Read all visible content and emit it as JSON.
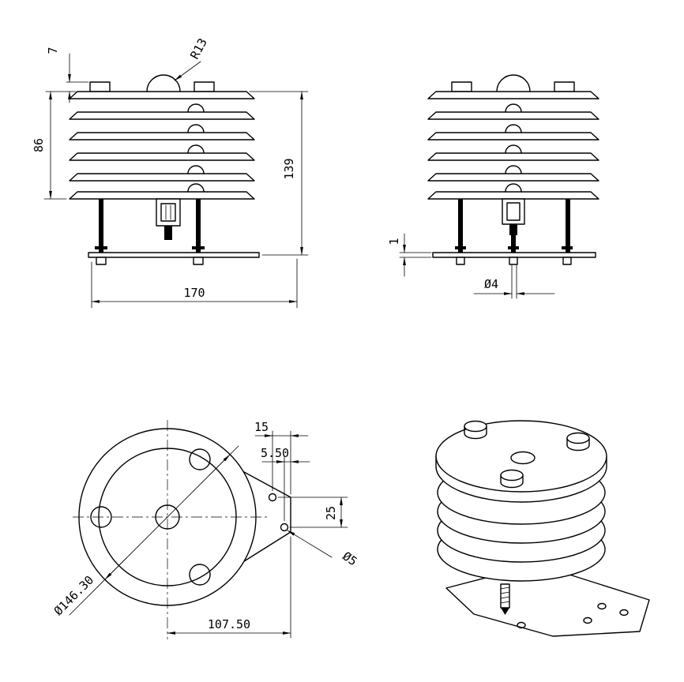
{
  "colors": {
    "background": "#ffffff",
    "line": "#000000"
  },
  "views": {
    "front": {
      "dim_tab_height": "7",
      "dim_louver_height": "86",
      "dim_total_height": "139",
      "dim_base_width": "170",
      "dim_dome_radius": "R13"
    },
    "side": {
      "dim_plate_thickness": "1",
      "dim_rod_diameter": "Ø4"
    },
    "bottom": {
      "dim_edge_offset": "15",
      "dim_hole_edge_offset": "5.50",
      "dim_hole_spacing": "25",
      "dim_hole_diameter": "Ø5",
      "dim_outer_diameter": "Ø146.30",
      "dim_bracket_reach": "107.50"
    }
  }
}
